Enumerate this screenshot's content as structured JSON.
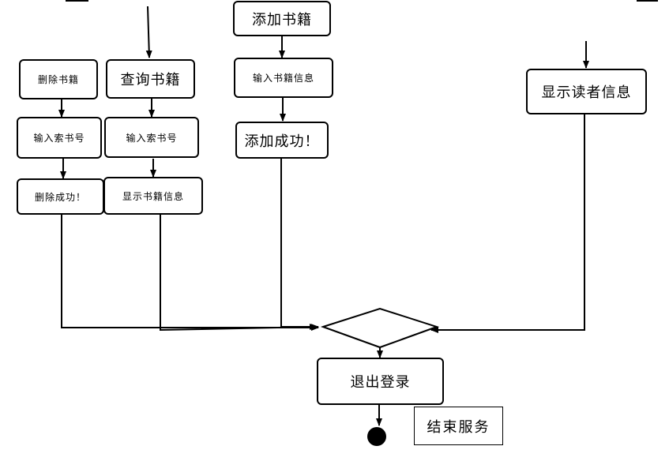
{
  "nodes": {
    "delete_book": "删除书籍",
    "delete_input_id": "输入索书号",
    "delete_success": "删除成功！",
    "query_book": "查询书籍",
    "query_input_id": "输入索书号",
    "query_show_info": "显示书籍信息",
    "add_book": "添加书籍",
    "add_input_info": "输入书籍信息",
    "add_success": "添加成功！",
    "show_reader_info": "显示读者信息",
    "logout": "退出登录",
    "end_service": "结束服务"
  }
}
